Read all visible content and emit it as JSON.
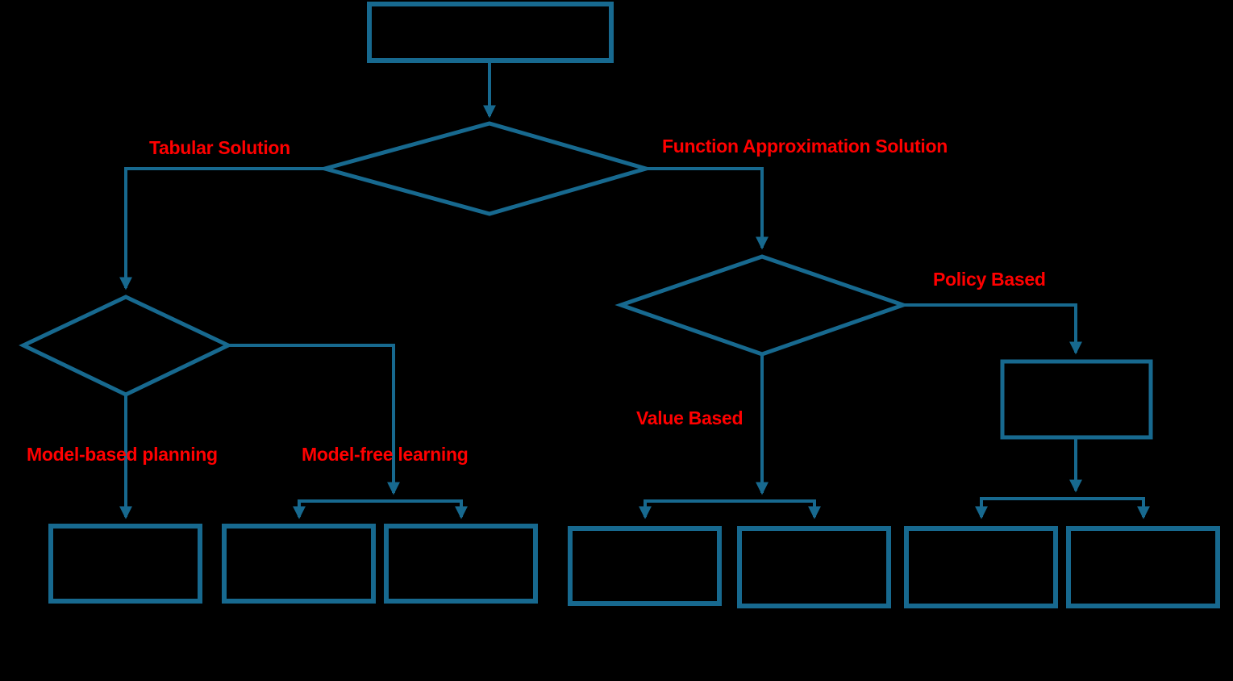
{
  "figure": {
    "type": "flowchart",
    "background": "#000000",
    "description": "Reinforcement-learning solution taxonomy flowchart with empty teal shapes and red branch labels"
  },
  "colors": {
    "background": "#000000",
    "shape": "#17698F",
    "label": "#FF0000"
  },
  "labels": {
    "tabular": "Tabular Solution",
    "function_approx": "Function Approximation Solution",
    "model_based": "Model-based planning",
    "model_free": "Model-free learning",
    "value_based": "Value Based",
    "policy_based": "Policy Based"
  },
  "nodes": [
    {
      "id": "start-box",
      "shape": "rectangle",
      "text": ""
    },
    {
      "id": "main-decision",
      "shape": "diamond",
      "text": ""
    },
    {
      "id": "tabular-decision",
      "shape": "diamond",
      "text": ""
    },
    {
      "id": "approx-decision",
      "shape": "diamond",
      "text": ""
    },
    {
      "id": "policy-box",
      "shape": "rectangle",
      "text": ""
    },
    {
      "id": "leaf-box-1",
      "shape": "rectangle",
      "text": ""
    },
    {
      "id": "leaf-box-2",
      "shape": "rectangle",
      "text": ""
    },
    {
      "id": "leaf-box-3",
      "shape": "rectangle",
      "text": ""
    },
    {
      "id": "leaf-box-4",
      "shape": "rectangle",
      "text": ""
    },
    {
      "id": "leaf-box-5",
      "shape": "rectangle",
      "text": ""
    },
    {
      "id": "leaf-box-6",
      "shape": "rectangle",
      "text": ""
    },
    {
      "id": "leaf-box-7",
      "shape": "rectangle",
      "text": ""
    }
  ],
  "edges": [
    {
      "from": "start-box",
      "to": "main-decision",
      "label": ""
    },
    {
      "from": "main-decision",
      "to": "tabular-decision",
      "label": "Tabular Solution"
    },
    {
      "from": "main-decision",
      "to": "approx-decision",
      "label": "Function Approximation Solution"
    },
    {
      "from": "tabular-decision",
      "to": "leaf-box-1",
      "label": "Model-based planning"
    },
    {
      "from": "tabular-decision",
      "to": "leaf-box-2",
      "label": "Model-free learning"
    },
    {
      "from": "tabular-decision",
      "to": "leaf-box-3",
      "label": "Model-free learning"
    },
    {
      "from": "approx-decision",
      "to": "leaf-box-4",
      "label": "Value Based"
    },
    {
      "from": "approx-decision",
      "to": "leaf-box-5",
      "label": "Value Based"
    },
    {
      "from": "approx-decision",
      "to": "policy-box",
      "label": "Policy Based"
    },
    {
      "from": "policy-box",
      "to": "leaf-box-6",
      "label": ""
    },
    {
      "from": "policy-box",
      "to": "leaf-box-7",
      "label": ""
    }
  ]
}
